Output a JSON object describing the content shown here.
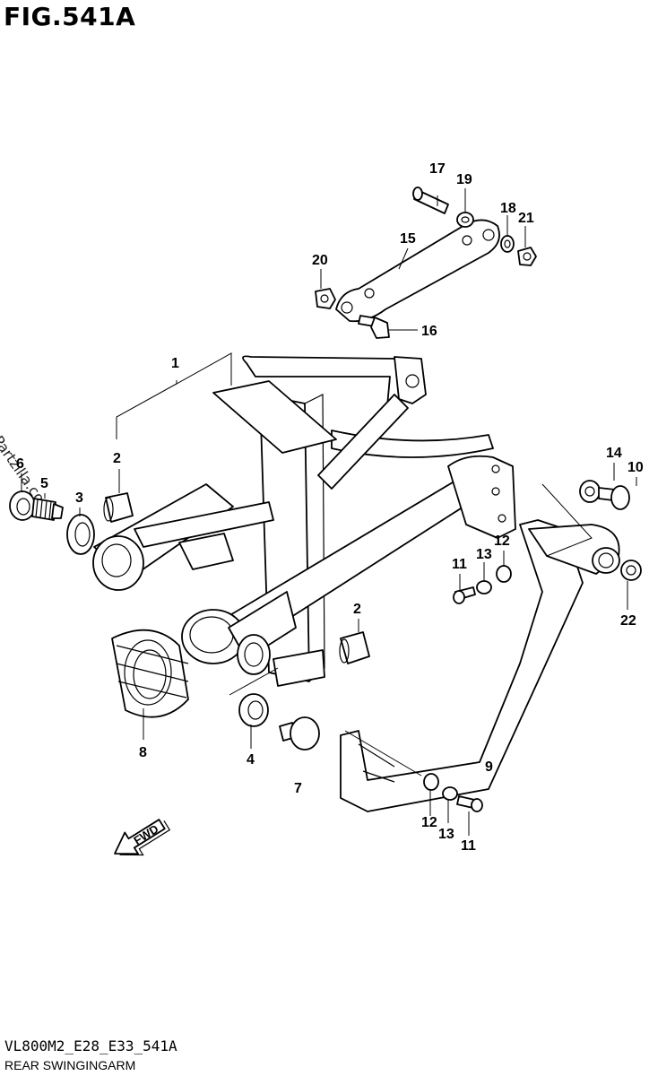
{
  "figure": {
    "title": "FIG.541A",
    "watermark": "© Partzilla.com",
    "code": "VL800M2_E28_E33_541A",
    "name": "REAR SWINGINGARM",
    "fwd_label": "FWD"
  },
  "callouts": [
    "1",
    "2",
    "2",
    "3",
    "4",
    "5",
    "6",
    "7",
    "8",
    "9",
    "10",
    "11",
    "11",
    "12",
    "12",
    "13",
    "13",
    "14",
    "15",
    "16",
    "17",
    "18",
    "19",
    "20",
    "21",
    "22"
  ]
}
